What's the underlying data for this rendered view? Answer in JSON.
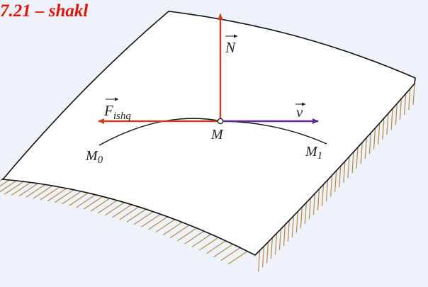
{
  "caption": "7.21 – shakl",
  "labels": {
    "normal": "N",
    "friction_main": "F",
    "friction_sub": "ishq",
    "velocity": "v",
    "point": "M",
    "start_main": "M",
    "start_sub": "0",
    "end_main": "M",
    "end_sub": "1"
  },
  "colors": {
    "background": "#eef2f9",
    "caption": "#e0140a",
    "force_arrows": "#c8401f",
    "velocity_arrow": "#5a2e99",
    "surface_edge": "#111111",
    "support_hatch": "#b5894a"
  }
}
